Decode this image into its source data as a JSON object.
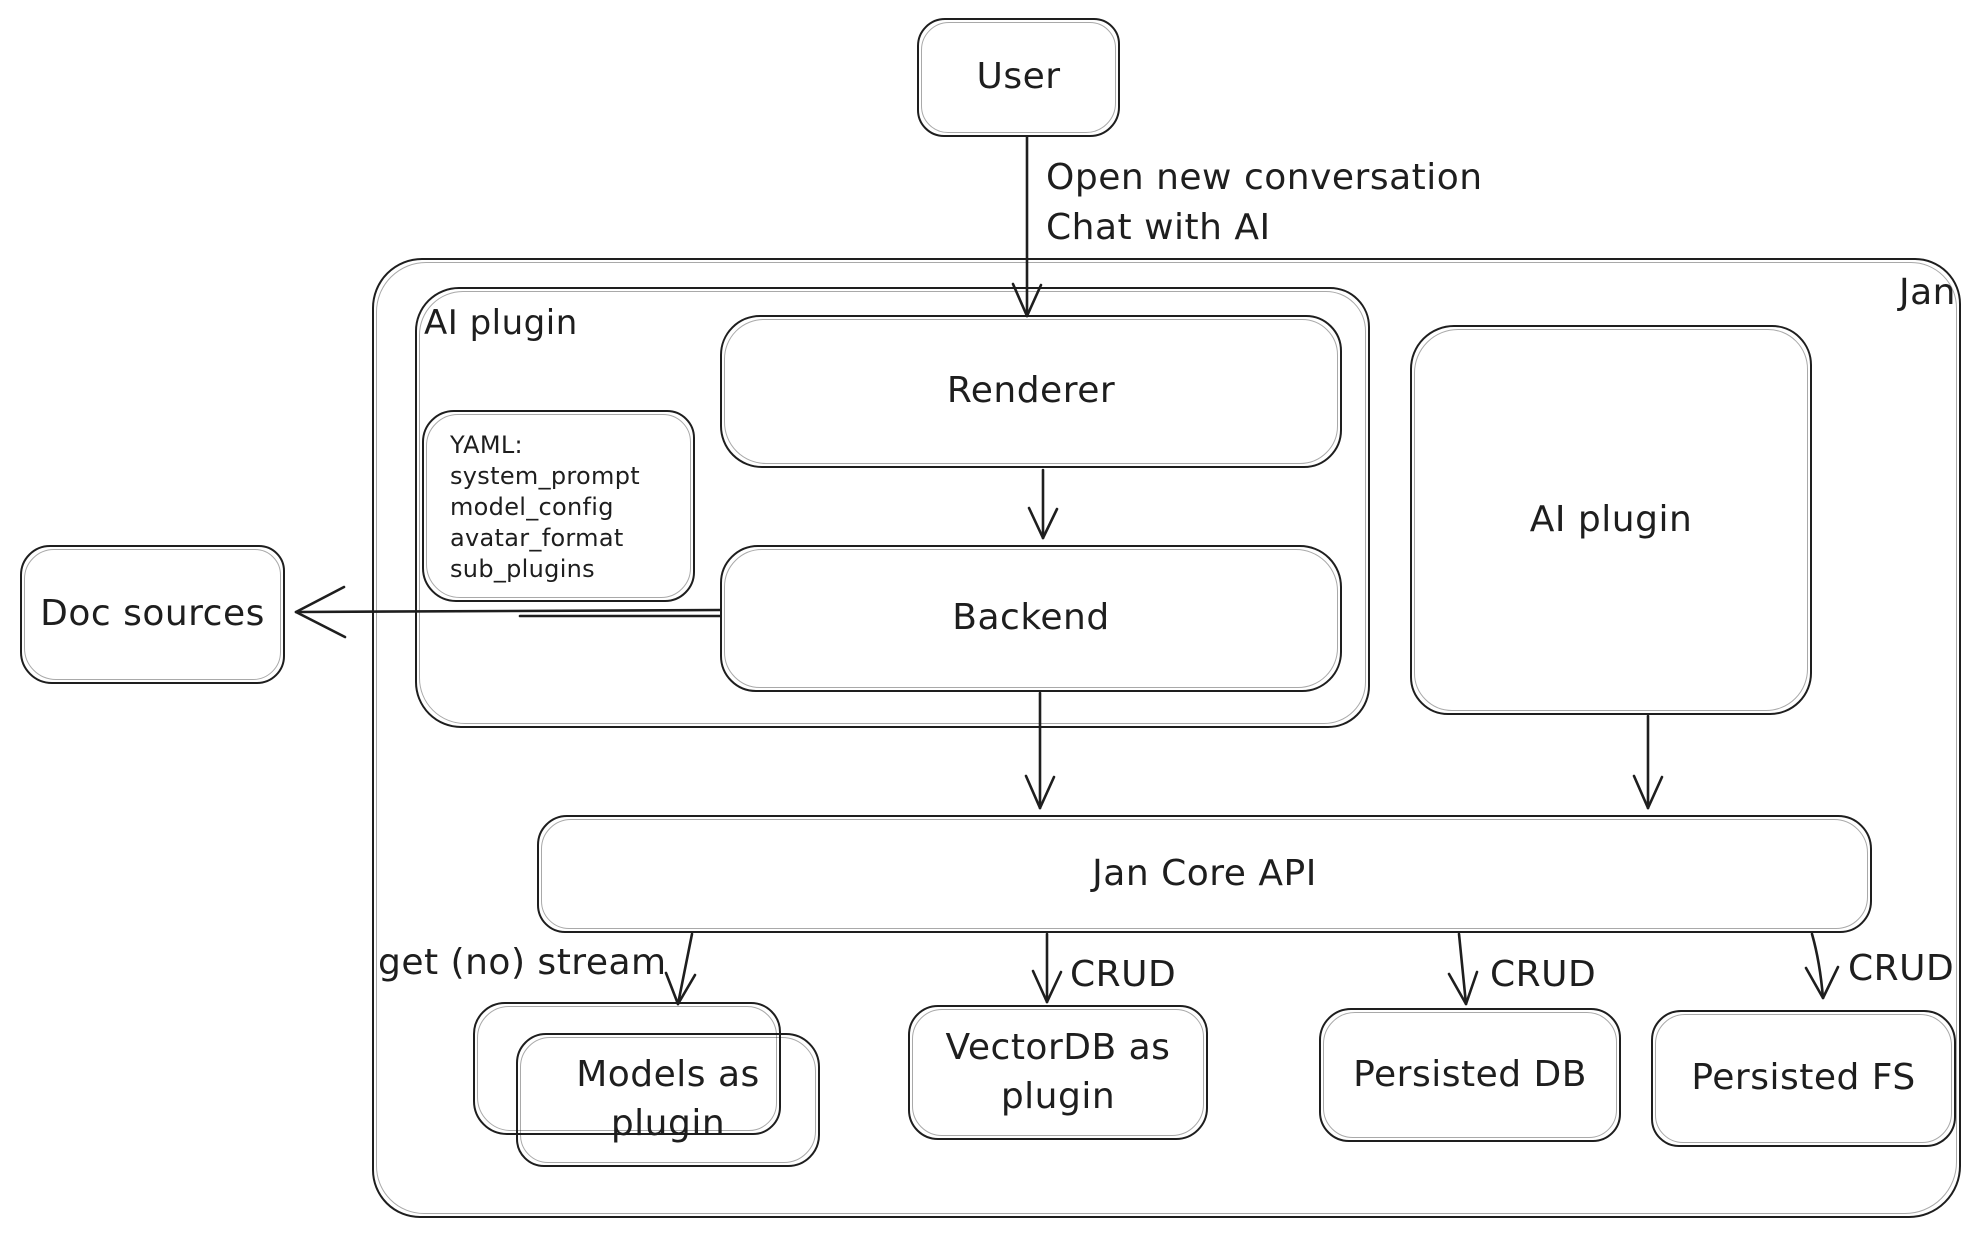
{
  "colors": {
    "stroke": "#1e1e1e",
    "background": "#ffffff"
  },
  "nodes": {
    "user": {
      "label": "User"
    },
    "jan_container": {
      "label": "Jan"
    },
    "ai_plugin_left": {
      "label": "AI plugin"
    },
    "ai_plugin_right": {
      "label": "AI plugin"
    },
    "renderer": {
      "label": "Renderer"
    },
    "backend": {
      "label": "Backend"
    },
    "yaml_note": {
      "lines": [
        "YAML:",
        "system_prompt",
        "model_config",
        "avatar_format",
        "sub_plugins"
      ]
    },
    "doc_sources": {
      "label": "Doc sources"
    },
    "jan_core_api": {
      "label": "Jan Core API"
    },
    "models_as_plugin": {
      "line1": "Models as",
      "line2": "plugin"
    },
    "vectordb_as_plugin": {
      "line1": "VectorDB as",
      "line2": "plugin"
    },
    "persisted_db": {
      "label": "Persisted DB"
    },
    "persisted_fs": {
      "label": "Persisted FS"
    }
  },
  "edges": {
    "user_to_renderer": {
      "label_line1": "Open new conversation",
      "label_line2": "Chat with AI"
    },
    "core_to_models": {
      "label": "get (no) stream"
    },
    "core_to_vectordb": {
      "label": "CRUD"
    },
    "core_to_persisted_db": {
      "label": "CRUD"
    },
    "core_to_persisted_fs": {
      "label": "CRUD"
    }
  }
}
